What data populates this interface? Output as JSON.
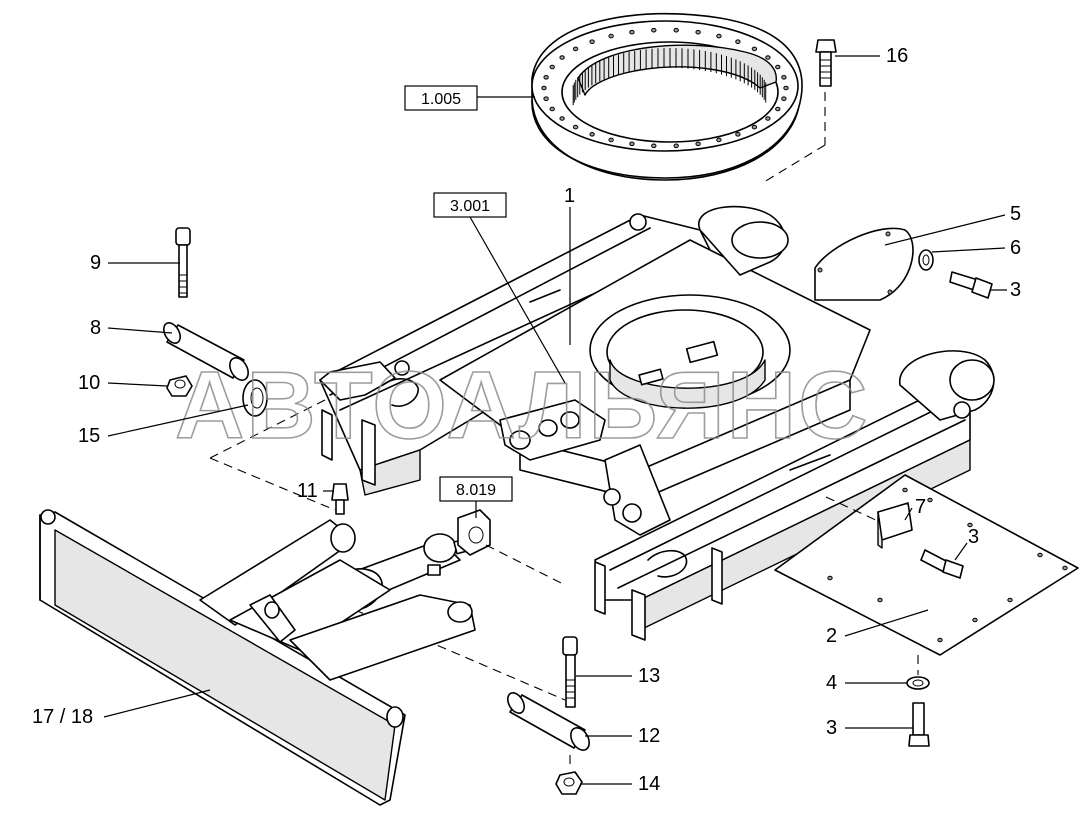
{
  "watermark": "АВТОАЛЬЯНС",
  "assembly_refs": [
    {
      "id": "ref-1005",
      "label": "1.005"
    },
    {
      "id": "ref-3001",
      "label": "3.001"
    },
    {
      "id": "ref-8019",
      "label": "8.019"
    }
  ],
  "callouts": [
    {
      "id": "c16",
      "label": "16"
    },
    {
      "id": "c1",
      "label": "1"
    },
    {
      "id": "c5",
      "label": "5"
    },
    {
      "id": "c6",
      "label": "6"
    },
    {
      "id": "c3a",
      "label": "3"
    },
    {
      "id": "c9",
      "label": "9"
    },
    {
      "id": "c8",
      "label": "8"
    },
    {
      "id": "c10",
      "label": "10"
    },
    {
      "id": "c15",
      "label": "15"
    },
    {
      "id": "c11",
      "label": "11"
    },
    {
      "id": "c7",
      "label": "7"
    },
    {
      "id": "c3b",
      "label": "3"
    },
    {
      "id": "c2",
      "label": "2"
    },
    {
      "id": "c4",
      "label": "4"
    },
    {
      "id": "c3c",
      "label": "3"
    },
    {
      "id": "c13",
      "label": "13"
    },
    {
      "id": "c12",
      "label": "12"
    },
    {
      "id": "c14",
      "label": "14"
    },
    {
      "id": "c1718",
      "label": "17 / 18"
    }
  ]
}
